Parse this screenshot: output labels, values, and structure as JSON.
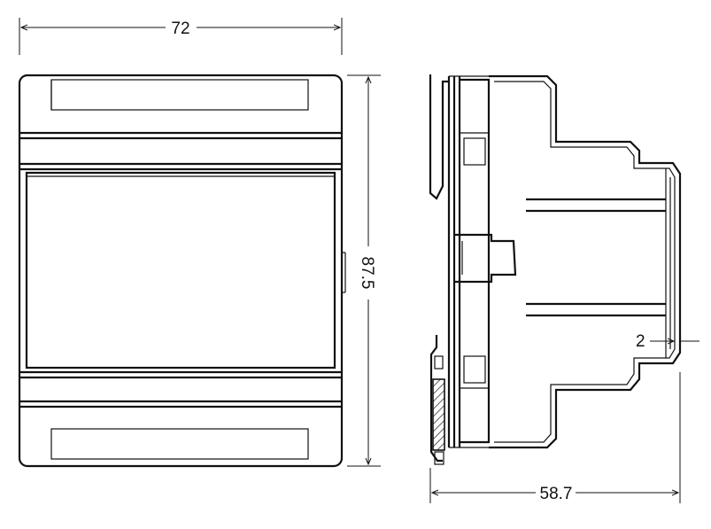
{
  "dimensions": {
    "width": "72",
    "height": "87.5",
    "depth": "58.7",
    "offset": "2"
  }
}
